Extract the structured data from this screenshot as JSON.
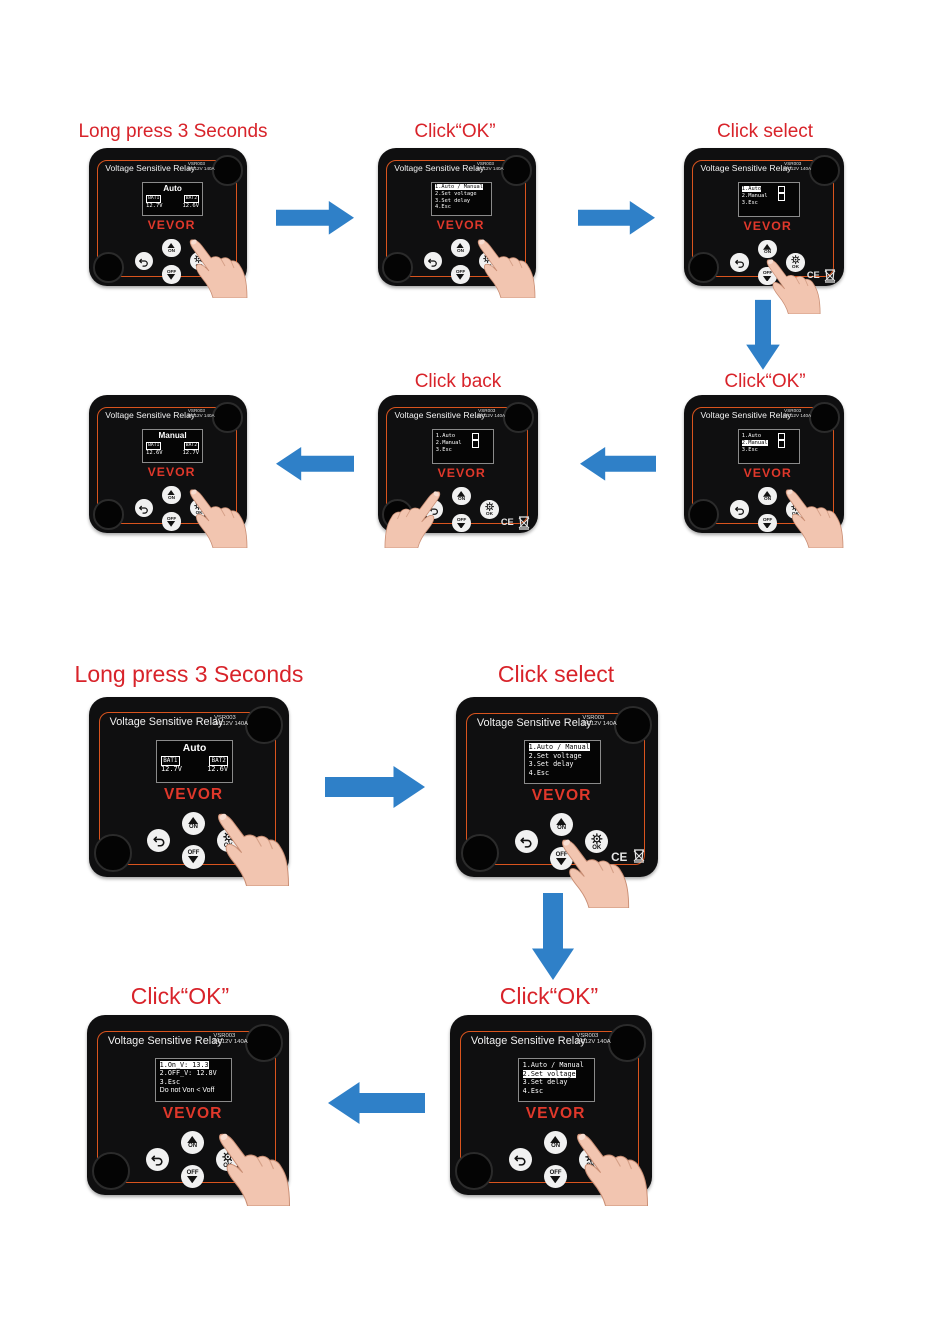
{
  "labels": {
    "row1_a": "Long press 3 Seconds",
    "row1_b": "Click“OK”",
    "row1_c": "Click select",
    "row2_b": "Click back",
    "row2_c": "Click“OK”",
    "row3_a": "Long press 3 Seconds",
    "row3_b": "Click select",
    "row4_a": "Click“OK”",
    "row4_b": "Click“OK”"
  },
  "device": {
    "title": "Voltage Sensitive Relay",
    "model_line1": "VSR003",
    "model_line2": "DC12V 140A",
    "brand": "VEVOR",
    "btn_on": "ON",
    "btn_off": "OFF",
    "btn_ok": "OK",
    "ce_mark": "CE"
  },
  "screens": {
    "auto_title": "Auto",
    "manual_title": "Manual",
    "bat1": "BAT1",
    "bat2": "BAT2",
    "auto_v1": "12.7V",
    "auto_v2": "12.6V",
    "manual_v1": "12.6V",
    "manual_v2": "12.7V",
    "menu1": "1.Auto / Manual",
    "menu2": "2.Set voltage",
    "menu3": "3.Set delay",
    "menu4": "4.Esc",
    "sub1": "1.Auto",
    "sub2": "2.Manual",
    "sub3": "3.Esc",
    "volt1": "1.On_V: 13.3",
    "volt2": "2.OFF_V: 12.8V",
    "volt3": "3.Esc",
    "volt4": "Do not Von < Voff"
  },
  "colors": {
    "label_red": "#d8232a",
    "arrow_blue": "#2f80c8",
    "device_body": "#0f0f10",
    "accent_orange": "#d9541e",
    "brand_red": "#e0382b"
  }
}
